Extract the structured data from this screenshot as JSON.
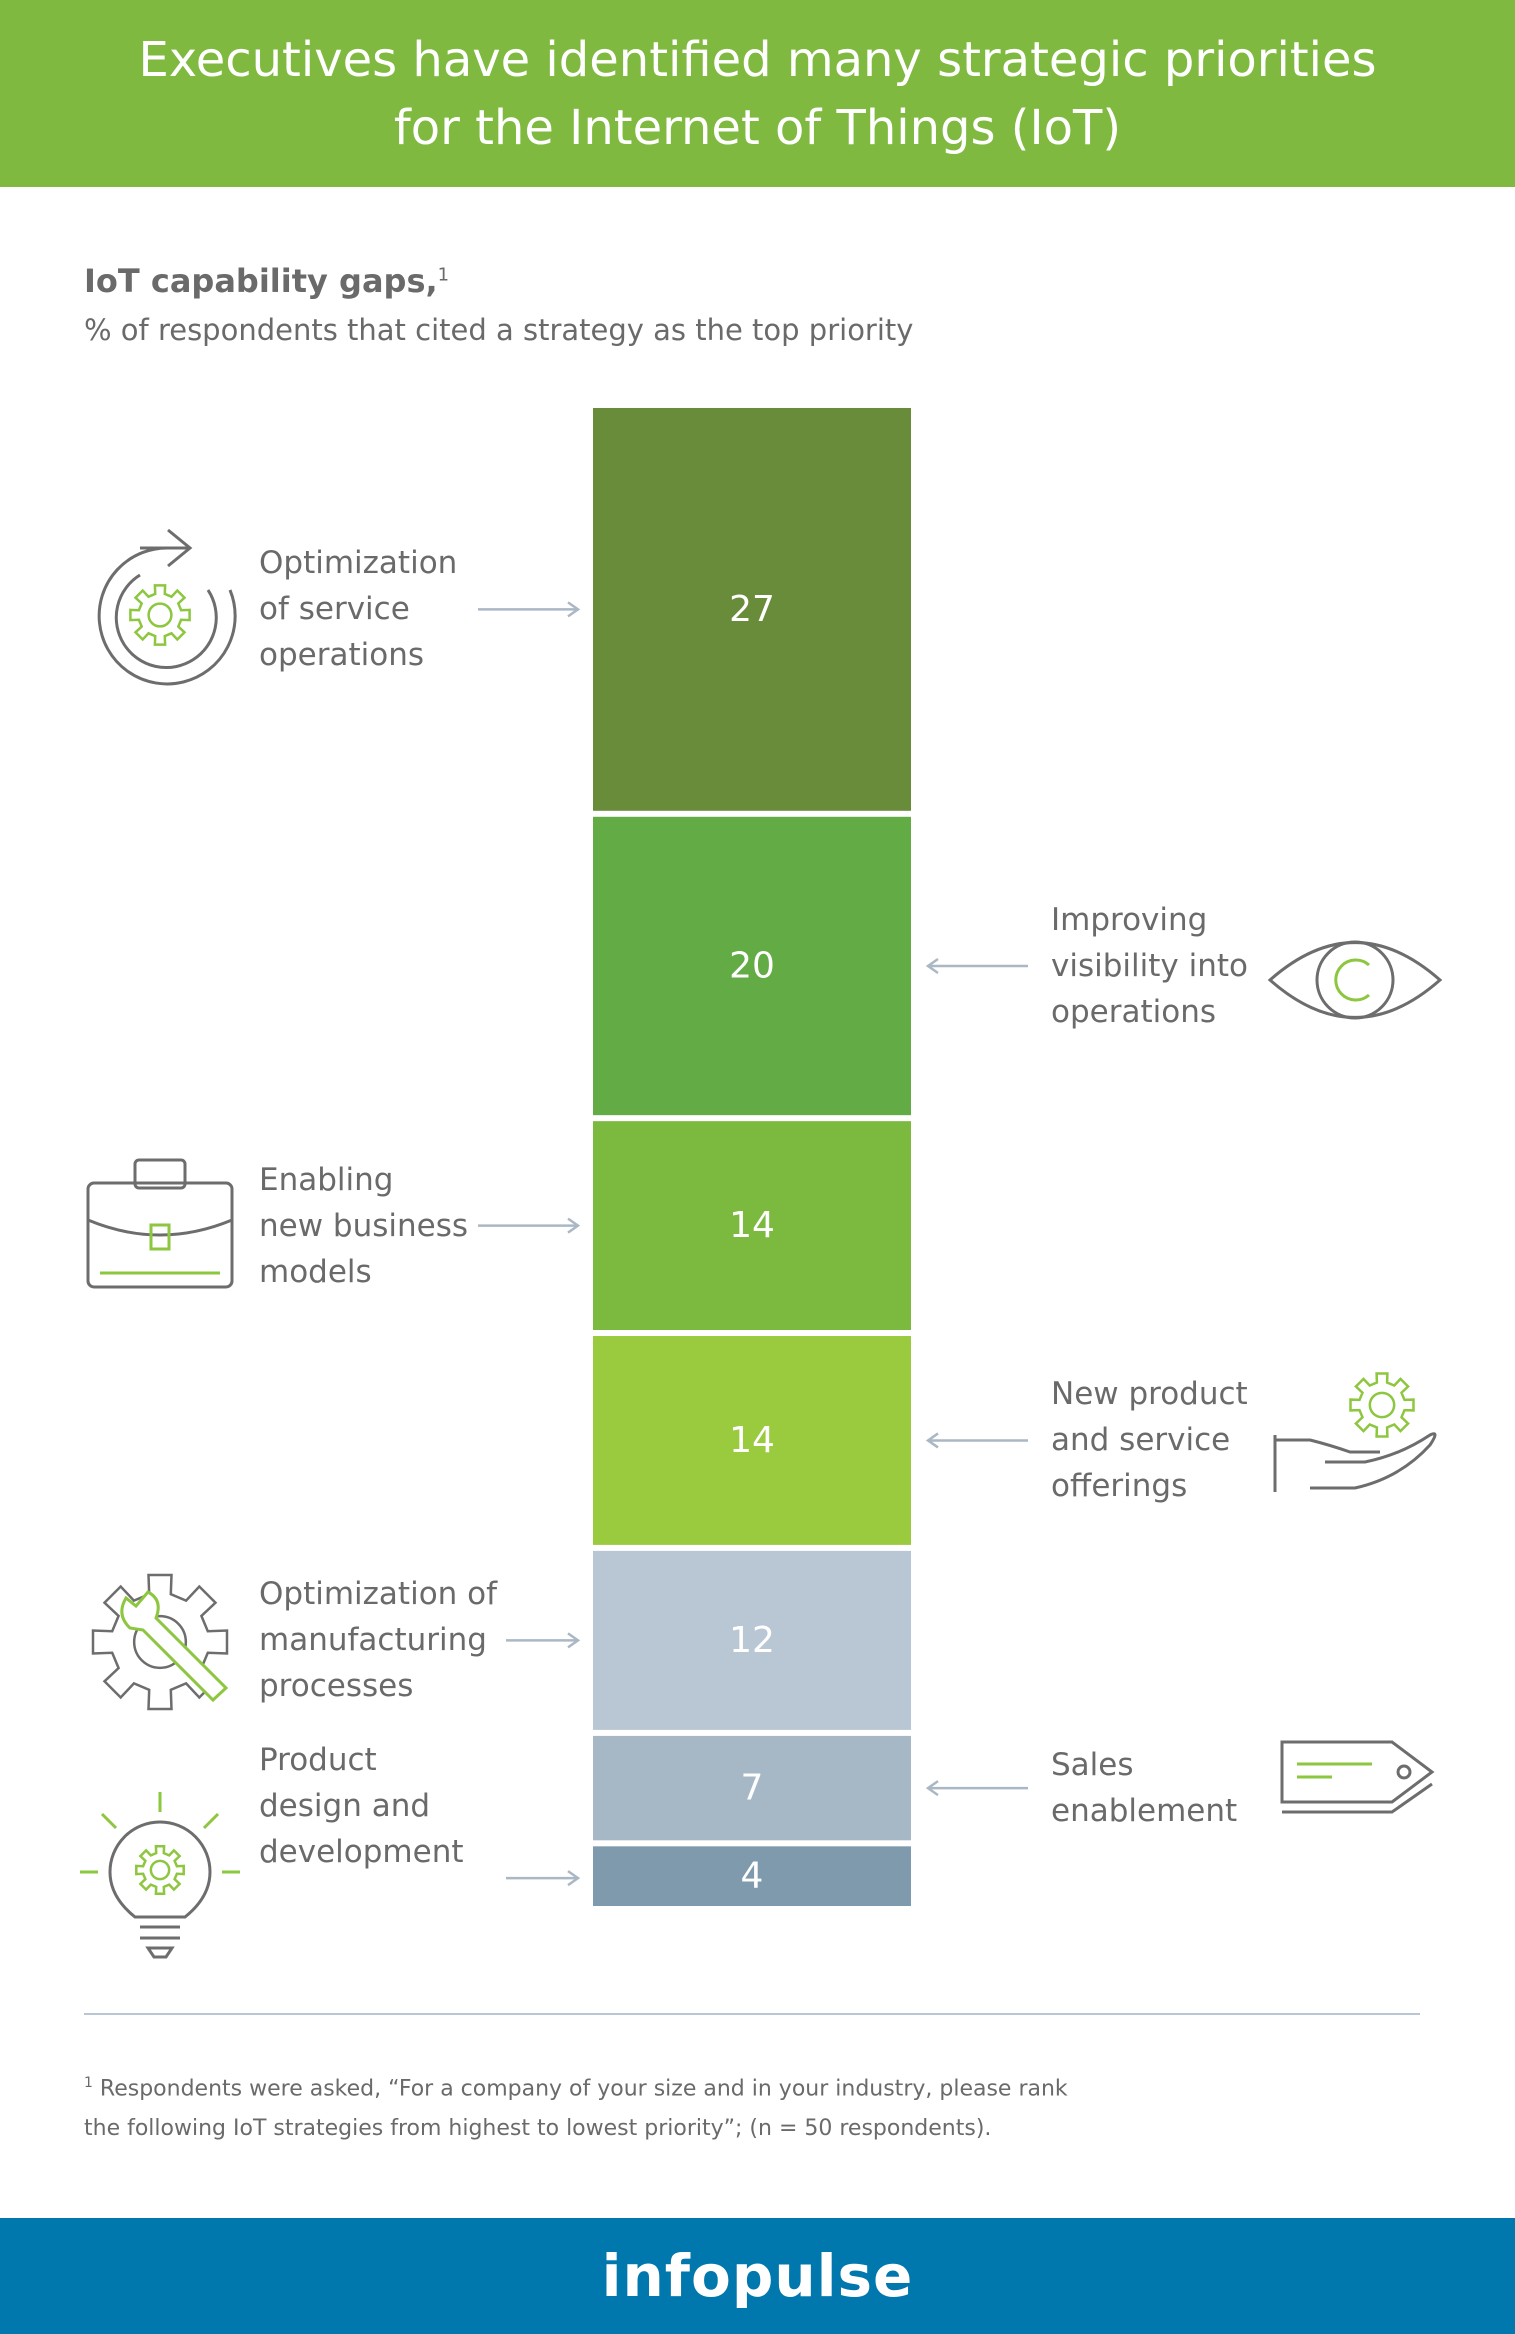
{
  "header": {
    "title_line1": "Executives have identified many strategic priorities",
    "title_line2": "for the Internet of Things (IoT)"
  },
  "chart_data": {
    "type": "bar",
    "title": "IoT capability gaps,",
    "title_footnote_mark": "1",
    "subtitle": "% of respondents that cited a strategy as the top priority",
    "categories": [
      "Optimization of service operations",
      "Improving visibility into operations",
      "Enabling new business models",
      "New product and service offerings",
      "Optimization of manufacturing processes",
      "Sales enablement",
      "Product design and development"
    ],
    "values": [
      27,
      20,
      14,
      14,
      12,
      7,
      4
    ],
    "colors": [
      "#688c3a",
      "#63ab45",
      "#7cb93f",
      "#9aca3d",
      "#b9c6d3",
      "#a6b8c6",
      "#7e9aac"
    ],
    "label_sides": [
      "left",
      "right",
      "left",
      "right",
      "left",
      "right",
      "left"
    ],
    "labels_wrapped": [
      "Optimization\nof service\noperations",
      "Improving\nvisibility into\noperations",
      "Enabling\nnew business\nmodels",
      "New product\nand service\nofferings",
      "Optimization of\nmanufacturing\nprocesses",
      "Sales\nenablement",
      "Product\ndesign and\ndevelopment"
    ],
    "icons": [
      "cycle-gear-icon",
      "eye-icon",
      "briefcase-icon",
      "hand-gear-icon",
      "wrench-gear-icon",
      "price-tag-icon",
      "lightbulb-gear-icon"
    ]
  },
  "footnote": {
    "mark": "1",
    "line1": " Respondents were asked, “For a company of your size and in your industry, please rank",
    "line2": "the following IoT strategies from highest to lowest priority”; (n = 50 respondents)."
  },
  "footer": {
    "brand": "infopulse"
  },
  "colors": {
    "header_green": "#7fb93f",
    "footer_blue": "#0077ad",
    "icon_green": "#8dc63f",
    "icon_gray": "#6d6d6d",
    "arrow": "#aab7c4"
  }
}
